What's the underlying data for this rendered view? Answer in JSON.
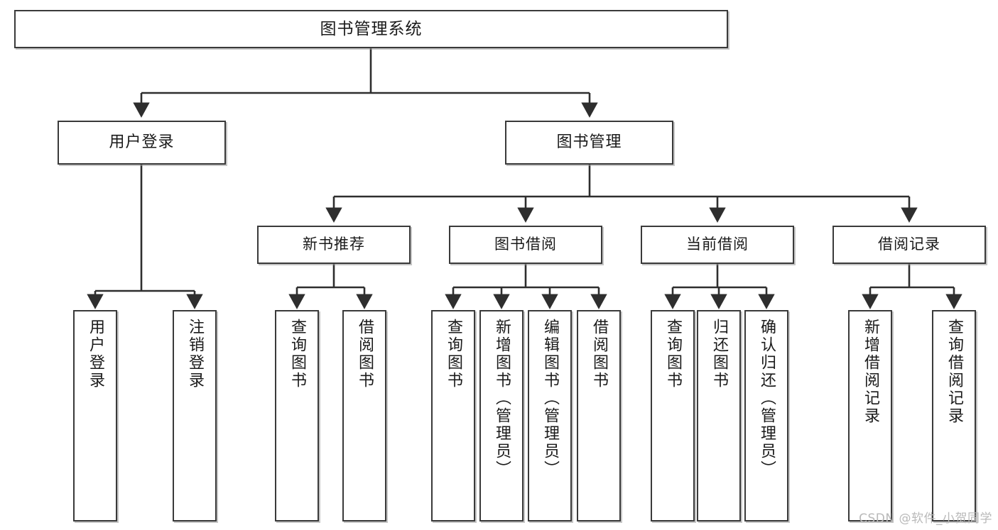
{
  "diagram": {
    "title": "图书管理系统",
    "type": "tree",
    "root": {
      "label": "图书管理系统"
    },
    "level1": [
      {
        "label": "用户登录"
      },
      {
        "label": "图书管理"
      }
    ],
    "level2": [
      {
        "label": "新书推荐"
      },
      {
        "label": "图书借阅"
      },
      {
        "label": "当前借阅"
      },
      {
        "label": "借阅记录"
      }
    ],
    "leaves": {
      "user_login": [
        {
          "label": "用户登录"
        },
        {
          "label": "注销登录"
        }
      ],
      "new_book_recommend": [
        {
          "label": "查询图书"
        },
        {
          "label": "借阅图书"
        }
      ],
      "book_borrow": [
        {
          "label": "查询图书"
        },
        {
          "label": "新增图书（管理员）"
        },
        {
          "label": "编辑图书（管理员）"
        },
        {
          "label": "借阅图书"
        }
      ],
      "current_borrow": [
        {
          "label": "查询图书"
        },
        {
          "label": "归还图书"
        },
        {
          "label": "确认归还（管理员）"
        }
      ],
      "borrow_records": [
        {
          "label": "新增借阅记录"
        },
        {
          "label": "查询借阅记录"
        }
      ]
    }
  },
  "watermark": {
    "text": "CSDN @软件_小贺同学"
  },
  "colors": {
    "box_border": "#3a3a3a",
    "box_fill": "#ffffff",
    "line": "#2e2e2e",
    "watermark": "#b9b9b9",
    "background": "#ffffff"
  }
}
